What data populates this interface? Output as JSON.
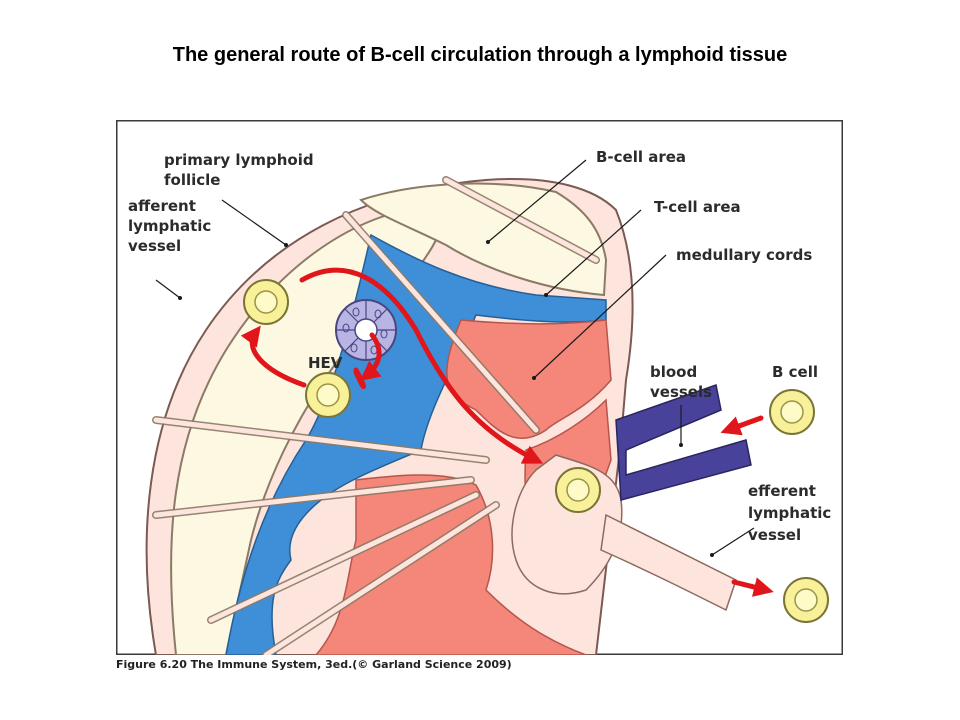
{
  "title": "The general route of B-cell circulation through a lymphoid tissue",
  "caption": "Figure 6.20 The Immune System, 3ed.(© Garland Science 2009)",
  "labels": {
    "primary_follicle_1": "primary lymphoid",
    "primary_follicle_2": "follicle",
    "afferent_1": "afferent",
    "afferent_2": "lymphatic",
    "afferent_3": "vessel",
    "b_cell_area": "B-cell area",
    "t_cell_area": "T-cell area",
    "medullary_cords": "medullary cords",
    "blood_1": "blood",
    "blood_2": "vessels",
    "b_cell": "B cell",
    "efferent_1": "efferent",
    "efferent_2": "lymphatic",
    "efferent_3": "vessel",
    "hev": "HEV"
  },
  "colors": {
    "follicle_cream": "#fdf8e1",
    "tcell_blue": "#3e8fd8",
    "medulla_salmon": "#f4867a",
    "sinus_pink": "#fde4dc",
    "blood_purple": "#48429a",
    "cell_yellow": "#f8f19a",
    "arrow_red": "#e0161b",
    "hev_lilac": "#b8b5e4"
  }
}
